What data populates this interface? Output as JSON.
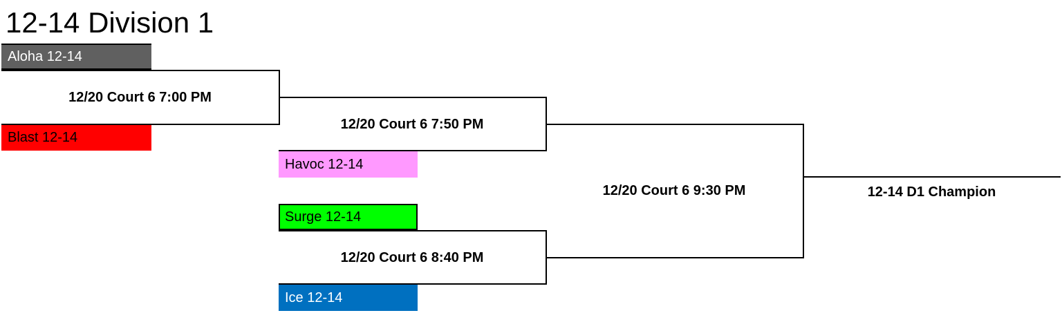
{
  "title": "12-14 Division 1",
  "teams": [
    {
      "name": "Aloha 12-14",
      "color": "#606060",
      "text_color": "#ffffff"
    },
    {
      "name": "Blast 12-14",
      "color": "#ff0000",
      "text_color": "#000000"
    },
    {
      "name": "Havoc 12-14",
      "color": "#ff99ff",
      "text_color": "#000000"
    },
    {
      "name": "Surge 12-14",
      "color": "#00ff00",
      "text_color": "#000000"
    },
    {
      "name": "Ice 12-14",
      "color": "#0070c0",
      "text_color": "#ffffff"
    }
  ],
  "games": [
    {
      "label": "12/20 Court 6 7:00 PM"
    },
    {
      "label": "12/20 Court 6 7:50 PM"
    },
    {
      "label": "12/20 Court 6 8:40 PM"
    },
    {
      "label": "12/20 Court 6 9:30 PM"
    }
  ],
  "champion_label": "12-14 D1 Champion"
}
